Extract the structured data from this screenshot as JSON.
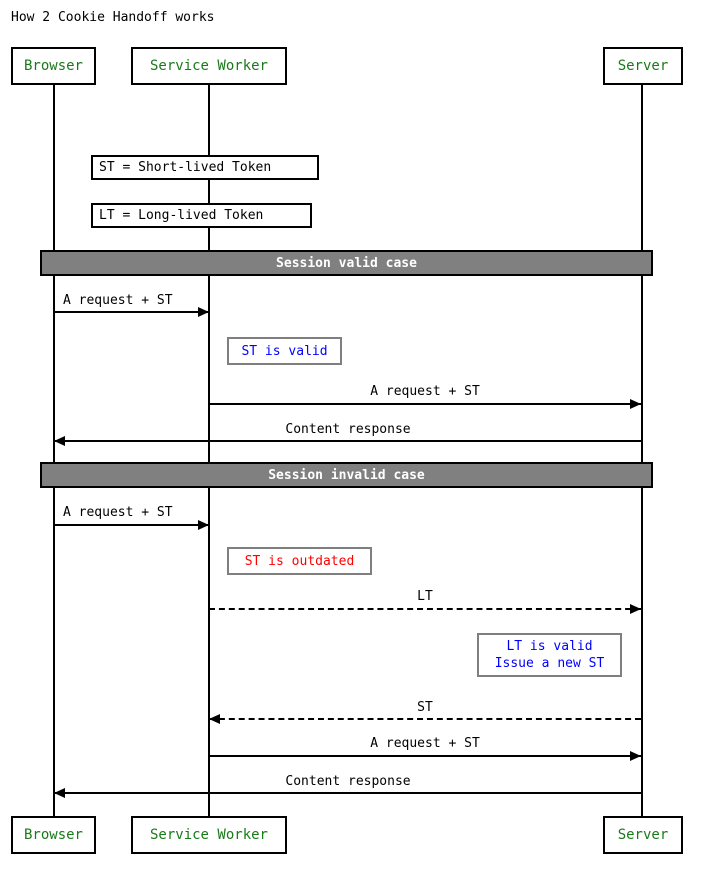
{
  "title": "How 2 Cookie Handoff works",
  "participants": [
    {
      "name": "Browser",
      "label": "Browser"
    },
    {
      "name": "Service Worker",
      "label": "Service Worker"
    },
    {
      "name": "Server",
      "label": "Server"
    }
  ],
  "definitions": [
    {
      "label": "ST = Short-lived Token"
    },
    {
      "label": "LT = Long-lived Token"
    }
  ],
  "sections": [
    {
      "label": "Session valid case"
    },
    {
      "label": "Session invalid case"
    }
  ],
  "notes": [
    {
      "id": "st-valid",
      "lines": [
        "ST is valid"
      ],
      "color": "#0000ff"
    },
    {
      "id": "st-outdated",
      "lines": [
        "ST is outdated"
      ],
      "color": "#ff0000"
    },
    {
      "id": "lt-valid",
      "lines": [
        "LT is valid",
        "Issue a new ST"
      ],
      "color": "#0000ff"
    }
  ],
  "messages": [
    {
      "id": "m1",
      "label": "A request + ST",
      "from": "Browser",
      "to": "Service Worker",
      "style": "solid",
      "direction": "right"
    },
    {
      "id": "m2",
      "label": "A request + ST",
      "from": "Service Worker",
      "to": "Server",
      "style": "solid",
      "direction": "right"
    },
    {
      "id": "m3",
      "label": "Content response",
      "from": "Server",
      "to": "Browser",
      "style": "solid",
      "direction": "left"
    },
    {
      "id": "m4",
      "label": "A request + ST",
      "from": "Browser",
      "to": "Service Worker",
      "style": "solid",
      "direction": "right"
    },
    {
      "id": "m5",
      "label": "LT",
      "from": "Service Worker",
      "to": "Server",
      "style": "dashed",
      "direction": "right"
    },
    {
      "id": "m6",
      "label": "ST",
      "from": "Server",
      "to": "Service Worker",
      "style": "dashed",
      "direction": "left"
    },
    {
      "id": "m7",
      "label": "A request + ST",
      "from": "Service Worker",
      "to": "Server",
      "style": "solid",
      "direction": "right"
    },
    {
      "id": "m8",
      "label": "Content response",
      "from": "Server",
      "to": "Browser",
      "style": "solid",
      "direction": "left"
    }
  ],
  "colors": {
    "participant_text": "#1a7a1a",
    "section_bar": "#808080",
    "note_valid": "#0000ff",
    "note_error": "#ff0000",
    "line": "#000000",
    "background": "#ffffff"
  }
}
